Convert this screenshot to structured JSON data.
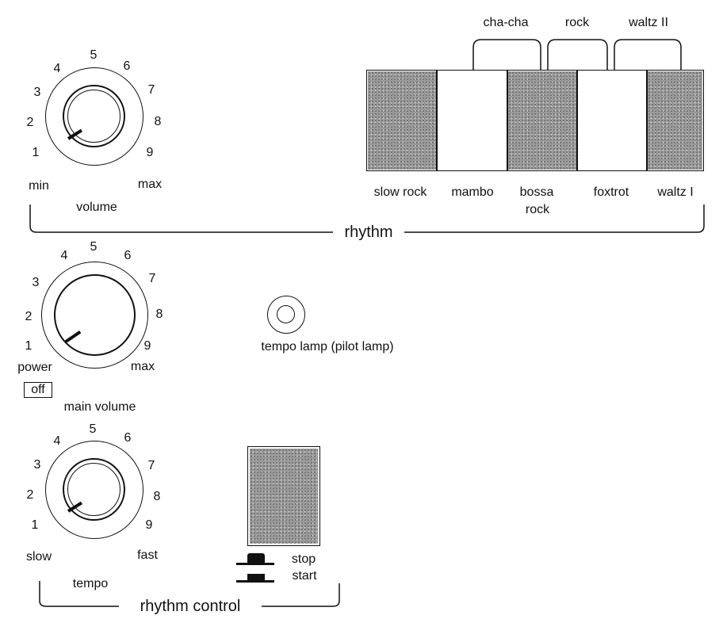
{
  "dial_numbers": [
    "1",
    "2",
    "3",
    "4",
    "5",
    "6",
    "7",
    "8",
    "9"
  ],
  "volume": {
    "min_label": "min",
    "max_label": "max",
    "title": "volume"
  },
  "rhythm_selector": {
    "top_labels": [
      "cha-cha",
      "rock",
      "waltz II"
    ],
    "bottom_labels": [
      "slow rock",
      "mambo",
      "bossa",
      "rock",
      "foxtrot",
      "waltz I"
    ]
  },
  "rhythm_section_label": "rhythm",
  "main_volume": {
    "power_label": "power",
    "max_label": "max",
    "off_label": "off",
    "title": "main volume"
  },
  "tempo_lamp_label": "tempo lamp (pilot lamp)",
  "tempo": {
    "slow_label": "slow",
    "fast_label": "fast",
    "title": "tempo"
  },
  "rhythm_control": {
    "stop_label": "stop",
    "start_label": "start",
    "section_label": "rhythm control"
  }
}
